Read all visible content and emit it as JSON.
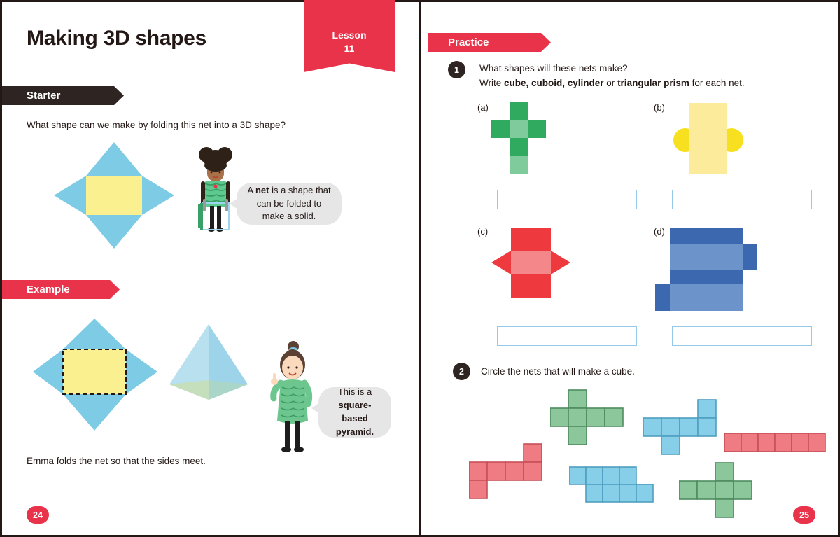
{
  "document": {
    "title": "Making 3D shapes",
    "lesson_label": "Lesson",
    "lesson_number": "11",
    "page_left": "24",
    "page_right": "25"
  },
  "left": {
    "starter_banner": "Starter",
    "starter_question": "What shape can we make by folding this net into a 3D shape?",
    "starter_bubble_part1": "A ",
    "starter_bubble_bold": "net",
    "starter_bubble_part2": " is a shape that can be folded to make a solid.",
    "example_banner": "Example",
    "example_bubble_line1": "This is a",
    "example_bubble_line2": "square-based",
    "example_bubble_line3": "pyramid.",
    "example_caption": "Emma folds the net so that the sides meet."
  },
  "right": {
    "practice_banner": "Practice",
    "q1": {
      "number": "1",
      "line1": "What shapes will these nets make?",
      "line2_pre": "Write ",
      "line2_bold1": "cube, cuboid, cylinder",
      "line2_mid": " or ",
      "line2_bold2": "triangular prism",
      "line2_post": " for each net.",
      "parts": [
        {
          "label": "(a)",
          "net": "cube-cross-net",
          "color": "#2faa5e",
          "answer_value": ""
        },
        {
          "label": "(b)",
          "net": "cylinder-net",
          "color": "#fbe98a",
          "answer_value": ""
        },
        {
          "label": "(c)",
          "net": "triangular-prism-net",
          "color": "#ee3a3f",
          "answer_value": ""
        },
        {
          "label": "(d)",
          "net": "cuboid-net",
          "color": "#5b82c4",
          "answer_value": ""
        }
      ]
    },
    "q2": {
      "number": "2",
      "prompt": "Circle the nets that will make a cube.",
      "nets": [
        {
          "name": "green-cross-net-top",
          "color": "#7cc18c"
        },
        {
          "name": "blue-zigzag-net-top",
          "color": "#7ecbe6"
        },
        {
          "name": "red-step-net-left",
          "color": "#ef7b83"
        },
        {
          "name": "red-strip-net-right",
          "color": "#ef7b83"
        },
        {
          "name": "blue-double-row-net",
          "color": "#7ecbe6"
        },
        {
          "name": "green-cross-net-bottom",
          "color": "#7cc18c"
        }
      ]
    }
  },
  "colors": {
    "brand_red": "#e8334a",
    "dark": "#2e2522",
    "net_blue": "#7ecbe6",
    "net_yellow": "#f9ef9e",
    "answer_border": "#95c9e8"
  },
  "chart_data": {
    "type": "table",
    "title": "Making 3D shapes - Lesson 11"
  }
}
